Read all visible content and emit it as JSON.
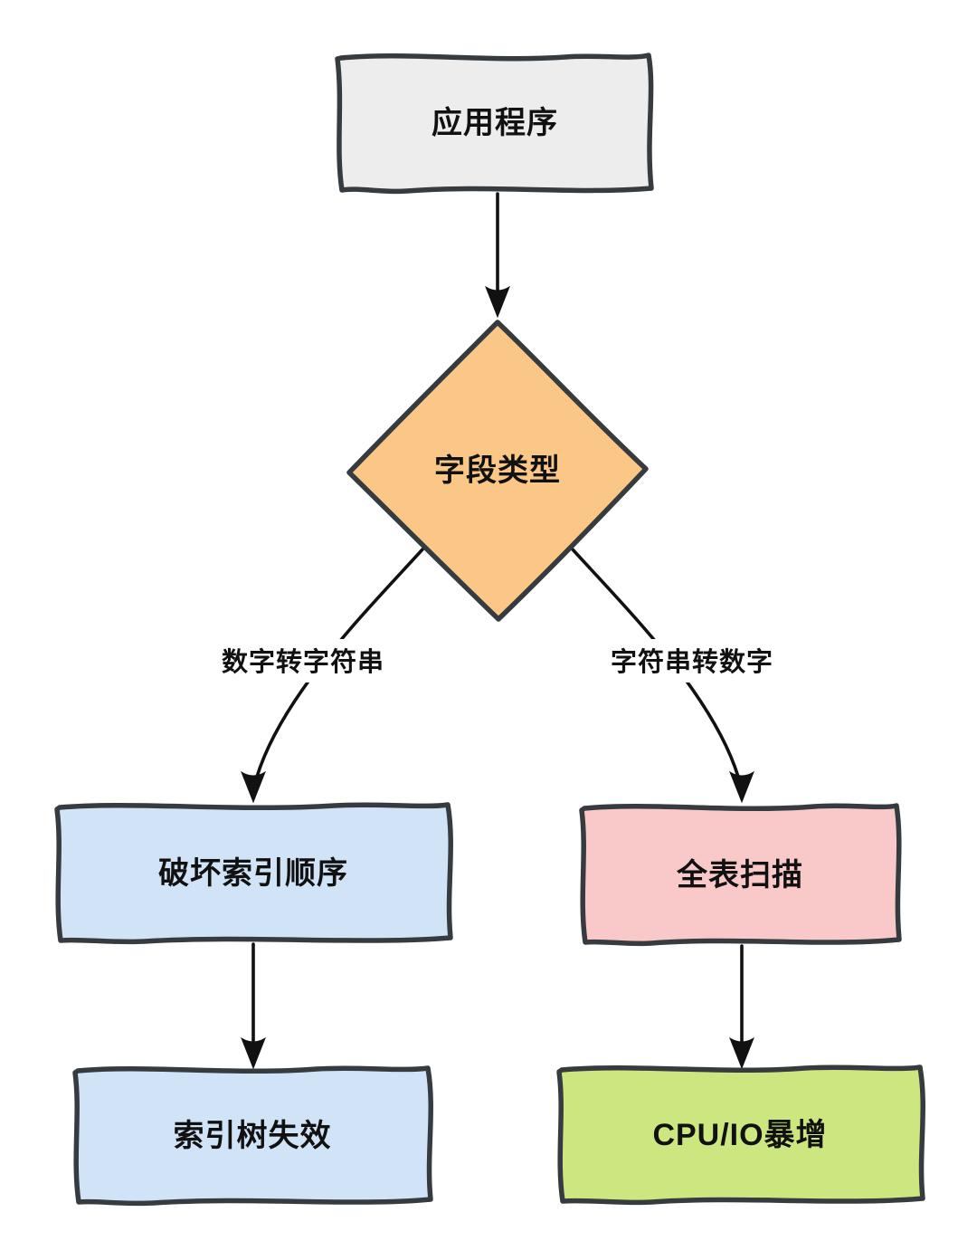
{
  "diagram": {
    "type": "flowchart",
    "style": {
      "canvas_color": "#ffffff",
      "border_color": "#363b40",
      "arrow_color": "#111111",
      "text_color": "#111111"
    },
    "nodes": {
      "app": {
        "label": "应用程序",
        "shape": "rectangle",
        "fill": "#ededed"
      },
      "field_type": {
        "label": "字段类型",
        "shape": "diamond",
        "fill": "#fac787"
      },
      "break_index_order": {
        "label": "破坏索引顺序",
        "shape": "rectangle",
        "fill": "#d1e4f7"
      },
      "full_table_scan": {
        "label": "全表扫描",
        "shape": "rectangle",
        "fill": "#f9c8c8"
      },
      "index_tree_fail": {
        "label": "索引树失效",
        "shape": "rectangle",
        "fill": "#d1e4f7"
      },
      "cpu_io_surge": {
        "label": "CPU/IO暴增",
        "shape": "rectangle",
        "fill": "#cde780"
      }
    },
    "edges": {
      "app_to_field_type": {
        "from": "app",
        "to": "field_type",
        "label": ""
      },
      "field_type_to_break_index": {
        "from": "field_type",
        "to": "break_index_order",
        "label": "数字转字符串"
      },
      "field_type_to_full_scan": {
        "from": "field_type",
        "to": "full_table_scan",
        "label": "字符串转数字"
      },
      "break_index_to_tree_fail": {
        "from": "break_index_order",
        "to": "index_tree_fail",
        "label": ""
      },
      "full_scan_to_cpu_io": {
        "from": "full_table_scan",
        "to": "cpu_io_surge",
        "label": ""
      }
    }
  }
}
